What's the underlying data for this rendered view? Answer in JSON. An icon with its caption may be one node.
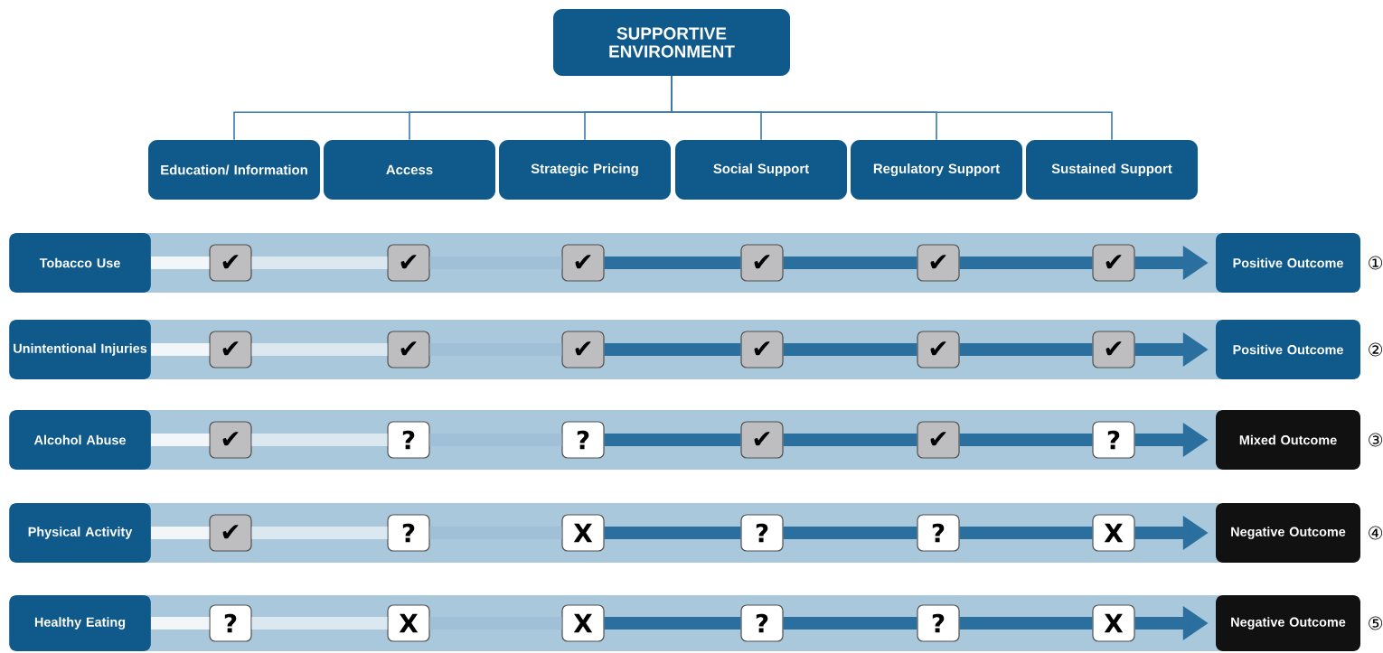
{
  "diagram": {
    "nodes": [
      {
        "text": [
          "SUPPORTIVE ENVIRONMENT"
        ]
      },
      {
        "text": [
          "Education/ Information"
        ]
      },
      {
        "text": [
          "Access"
        ]
      },
      {
        "text": [
          "Strategic Pricing"
        ]
      },
      {
        "text": [
          "Social Support"
        ]
      },
      {
        "text": [
          "Regulatory Support"
        ]
      },
      {
        "text": [
          "Sustained Support"
        ]
      },
      {
        "text": [
          "Tobacco Use"
        ]
      },
      {
        "text": [
          "✔"
        ]
      },
      {
        "text": [
          "✔"
        ]
      },
      {
        "text": [
          "✔"
        ]
      },
      {
        "text": [
          "✔"
        ]
      },
      {
        "text": [
          "✔"
        ]
      },
      {
        "text": [
          "✔"
        ]
      },
      {
        "text": [
          "Positive Outcome"
        ],
        "beside": [
          "①"
        ]
      },
      {
        "text": [
          "Unintentional Injuries"
        ]
      },
      {
        "text": [
          "✔"
        ]
      },
      {
        "text": [
          "✔"
        ]
      },
      {
        "text": [
          "✔"
        ]
      },
      {
        "text": [
          "✔"
        ]
      },
      {
        "text": [
          "✔"
        ]
      },
      {
        "text": [
          "✔"
        ]
      },
      {
        "text": [
          "Positive Outcome"
        ],
        "beside": [
          "②"
        ]
      },
      {
        "text": [
          "Alcohol Abuse"
        ]
      },
      {
        "text": [
          "✔"
        ]
      },
      {
        "text": [
          "?"
        ]
      },
      {
        "text": [
          "?"
        ]
      },
      {
        "text": [
          "✔"
        ]
      },
      {
        "text": [
          "✔"
        ]
      },
      {
        "text": [
          "?"
        ]
      },
      {
        "text": [
          "Mixed Outcome"
        ],
        "beside": [
          "③"
        ]
      },
      {
        "text": [
          "Physical Activity"
        ]
      },
      {
        "text": [
          "✔"
        ]
      },
      {
        "text": [
          "?"
        ]
      },
      {
        "text": [
          "X"
        ]
      },
      {
        "text": [
          "?"
        ]
      },
      {
        "text": [
          "?"
        ]
      },
      {
        "text": [
          "X"
        ]
      },
      {
        "text": [
          "Negative Outcome"
        ],
        "beside": [
          "④"
        ]
      },
      {
        "text": [
          "Healthy Eating"
        ]
      },
      {
        "text": [
          "?"
        ]
      },
      {
        "text": [
          "X"
        ]
      },
      {
        "text": [
          "X"
        ]
      },
      {
        "text": [
          "?"
        ]
      },
      {
        "text": [
          "?"
        ]
      },
      {
        "text": [
          "X"
        ]
      },
      {
        "text": [
          "Negative Outcome"
        ],
        "beside": [
          "⑤"
        ]
      }
    ],
    "edges": [
      {
        "from": 0,
        "to": 1,
        "arrow": "none"
      },
      {
        "from": 0,
        "to": 2,
        "arrow": "none"
      },
      {
        "from": 0,
        "to": 3,
        "arrow": "none"
      },
      {
        "from": 0,
        "to": 4,
        "arrow": "none"
      },
      {
        "from": 0,
        "to": 5,
        "arrow": "none"
      },
      {
        "from": 0,
        "to": 6,
        "arrow": "none"
      },
      {
        "from": 7,
        "to": 8,
        "arrow": "none",
        "color": "#f2f6f9"
      },
      {
        "from": 8,
        "to": 9,
        "arrow": "none",
        "color": "#dce8f0"
      },
      {
        "from": 9,
        "to": 10,
        "arrow": "none",
        "color": "#9fc0d6"
      },
      {
        "from": 10,
        "to": 11,
        "arrow": "none"
      },
      {
        "from": 11,
        "to": 12,
        "arrow": "none"
      },
      {
        "from": 12,
        "to": 13,
        "arrow": "none"
      },
      {
        "from": 13,
        "to": 14,
        "arrow": "to"
      },
      {
        "from": 15,
        "to": 16,
        "arrow": "none",
        "color": "#f2f6f9"
      },
      {
        "from": 16,
        "to": 17,
        "arrow": "none",
        "color": "#dce8f0"
      },
      {
        "from": 17,
        "to": 18,
        "arrow": "none",
        "color": "#9fc0d6"
      },
      {
        "from": 18,
        "to": 19,
        "arrow": "none"
      },
      {
        "from": 19,
        "to": 20,
        "arrow": "none"
      },
      {
        "from": 20,
        "to": 21,
        "arrow": "none"
      },
      {
        "from": 21,
        "to": 22,
        "arrow": "to"
      },
      {
        "from": 23,
        "to": 24,
        "arrow": "none",
        "color": "#f2f6f9"
      },
      {
        "from": 24,
        "to": 25,
        "arrow": "none",
        "color": "#dce8f0"
      },
      {
        "from": 25,
        "to": 26,
        "arrow": "none",
        "color": "#9fc0d6"
      },
      {
        "from": 26,
        "to": 27,
        "arrow": "none"
      },
      {
        "from": 27,
        "to": 28,
        "arrow": "none"
      },
      {
        "from": 28,
        "to": 29,
        "arrow": "none"
      },
      {
        "from": 29,
        "to": 30,
        "arrow": "to"
      },
      {
        "from": 31,
        "to": 32,
        "arrow": "none",
        "color": "#f2f6f9"
      },
      {
        "from": 32,
        "to": 33,
        "arrow": "none",
        "color": "#dce8f0"
      },
      {
        "from": 33,
        "to": 34,
        "arrow": "none",
        "color": "#9fc0d6"
      },
      {
        "from": 34,
        "to": 35,
        "arrow": "none"
      },
      {
        "from": 35,
        "to": 36,
        "arrow": "none"
      },
      {
        "from": 36,
        "to": 37,
        "arrow": "none"
      },
      {
        "from": 37,
        "to": 38,
        "arrow": "to"
      },
      {
        "from": 39,
        "to": 40,
        "arrow": "none",
        "color": "#f2f6f9"
      },
      {
        "from": 40,
        "to": 41,
        "arrow": "none",
        "color": "#dce8f0"
      },
      {
        "from": 41,
        "to": 42,
        "arrow": "none",
        "color": "#9fc0d6"
      },
      {
        "from": 42,
        "to": 43,
        "arrow": "none"
      },
      {
        "from": 43,
        "to": 44,
        "arrow": "none"
      },
      {
        "from": 44,
        "to": 45,
        "arrow": "none"
      },
      {
        "from": 45,
        "to": 46,
        "arrow": "to"
      }
    ]
  }
}
